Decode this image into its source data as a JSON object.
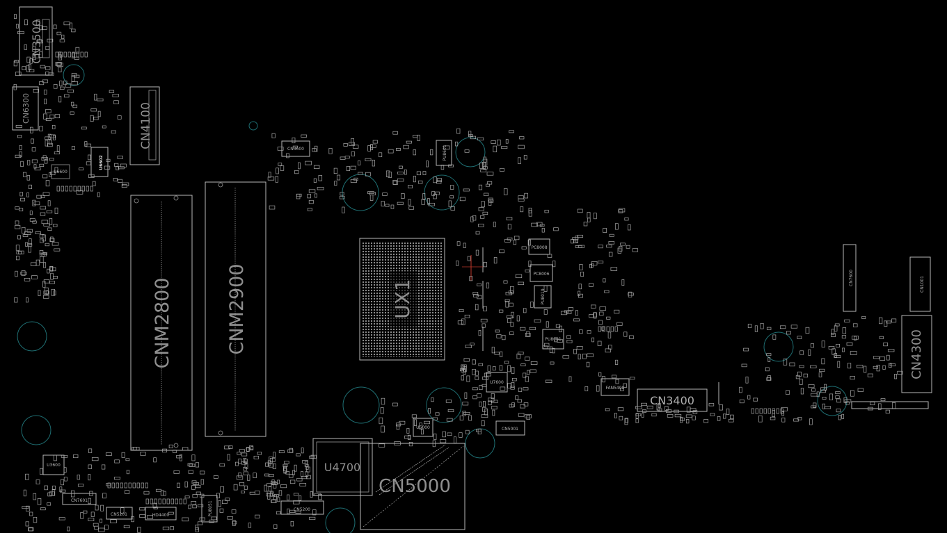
{
  "board": {
    "background_color": "#000000",
    "outline_color": "#b8b8b8",
    "hole_color": "#1e6e72",
    "label_color": "#8f8f8f",
    "marker_color": "#c0392b"
  },
  "components": {
    "cn3500": "CN3500",
    "cn6300": "CN6300",
    "cn4100": "CN4100",
    "u6602": "U6602",
    "u6600": "U6600",
    "cnm2800": "CNM2800",
    "cnm2900": "CNM2900",
    "cn3600": "CN3600",
    "pu8601": "PU8601",
    "ux1": "UX1",
    "pc8008": "PC8008",
    "pc8006": "PC8006",
    "pu8001": "PU8001",
    "pu8019": "PU8019",
    "u7600": "U7600",
    "fan5400": "FAN5400",
    "cn3400": "CN3400",
    "cn7600": "CN7600",
    "cn1001": "CN1001",
    "cn4300": "CN4300",
    "u3600": "U3600",
    "u5000": "U5000",
    "cn5001": "CN5001",
    "u4700": "U4700",
    "cn5000": "CN5000",
    "cn5200": "CN5200",
    "cn7601": "CN7601",
    "cn5201": "CN5201",
    "hd4400": "HD4400",
    "pu8051": "PU8051"
  }
}
